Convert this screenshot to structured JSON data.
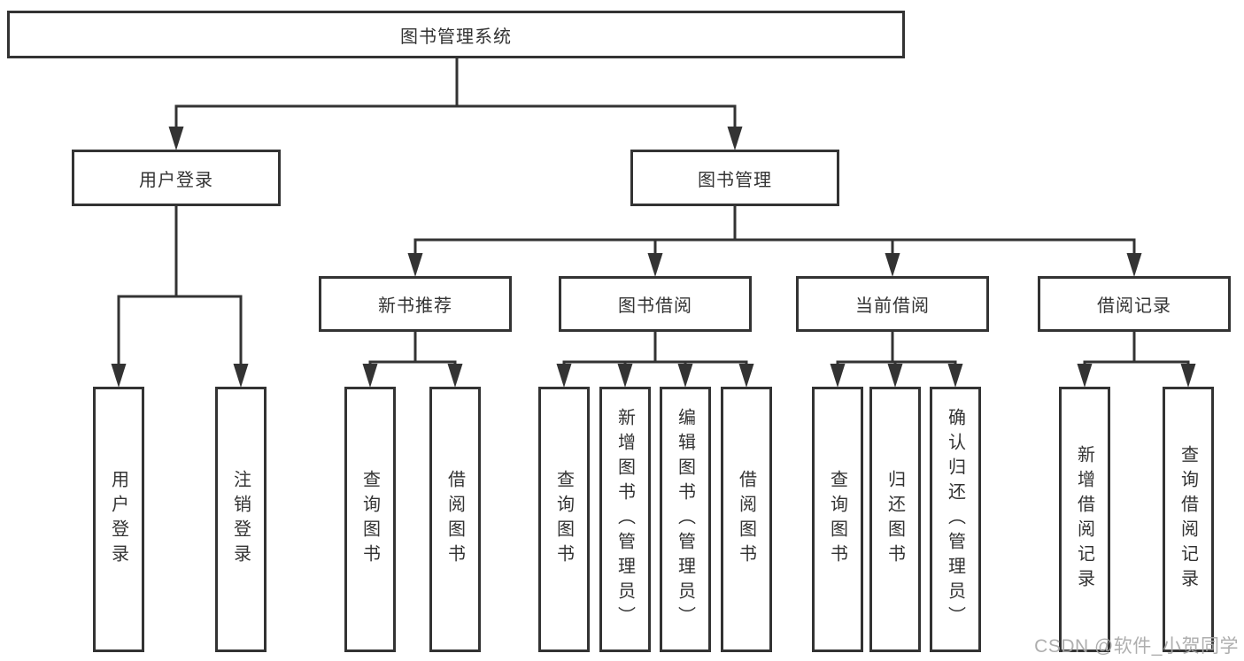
{
  "diagram": {
    "title": "图书管理系统",
    "branches": [
      {
        "label": "用户登录",
        "children": [
          {
            "label": "用户登录"
          },
          {
            "label": "注销登录"
          }
        ]
      },
      {
        "label": "图书管理",
        "sections": [
          {
            "label": "新书推荐",
            "children": [
              {
                "label": "查询图书"
              },
              {
                "label": "借阅图书"
              }
            ]
          },
          {
            "label": "图书借阅",
            "children": [
              {
                "label": "查询图书"
              },
              {
                "label": "新增图书（管理员）"
              },
              {
                "label": "编辑图书（管理员）"
              },
              {
                "label": "借阅图书"
              }
            ]
          },
          {
            "label": "当前借阅",
            "children": [
              {
                "label": "查询图书"
              },
              {
                "label": "归还图书"
              },
              {
                "label": "确认归还（管理员）"
              }
            ]
          },
          {
            "label": "借阅记录",
            "children": [
              {
                "label": "新增借阅记录"
              },
              {
                "label": "查询借阅记录"
              }
            ]
          }
        ]
      }
    ]
  },
  "watermark": {
    "text": "CSDN @软件_小贺同学",
    "color": "#a8a8a8"
  },
  "colors": {
    "background": "#ffffff",
    "line": "#333333",
    "box_border": "#333333",
    "text": "#333333"
  }
}
